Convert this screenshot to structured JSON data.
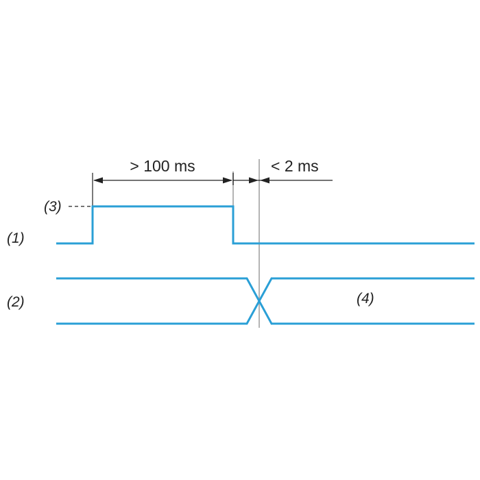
{
  "diagram": {
    "signal_labels": {
      "signal_1": "(1)",
      "signal_2": "(2)",
      "marker_3": "(3)",
      "marker_4": "(4)"
    },
    "dimensions": {
      "pulse_width": "> 100 ms",
      "response_time": "< 2 ms"
    },
    "colors": {
      "signal": "#2a9fd6",
      "annotation": "#222222",
      "guide": "#b4b4b4"
    }
  }
}
